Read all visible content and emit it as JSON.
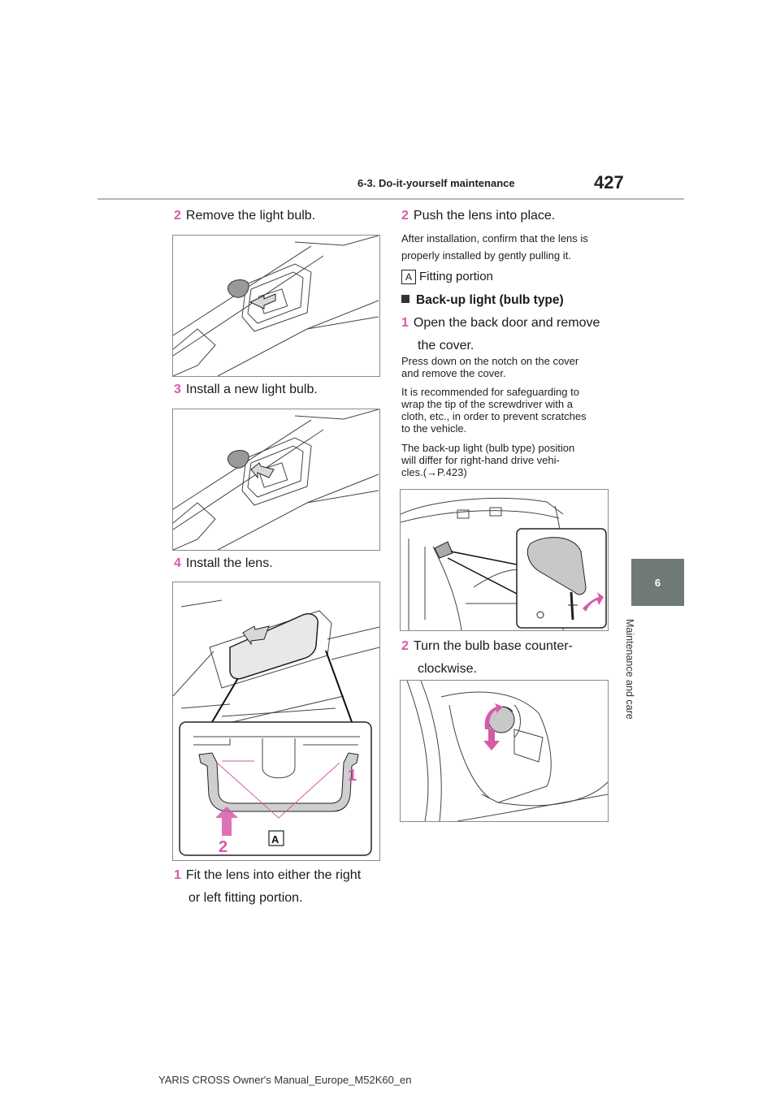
{
  "header": {
    "section": "6-3. Do-it-yourself maintenance",
    "page_number": "427"
  },
  "side": {
    "chapter_number": "6",
    "chapter_title": "Maintenance and care"
  },
  "left": {
    "step2": {
      "num": "2",
      "text": "Remove the light bulb."
    },
    "step3": {
      "num": "3",
      "text": "Install a new light bulb."
    },
    "step4": {
      "num": "4",
      "text": "Install the lens."
    },
    "step1": {
      "num": "1",
      "line1": "Fit the lens into either the right",
      "line2": "or left fitting portion."
    },
    "fig3_labels": {
      "one": "1",
      "two": "2",
      "a": "A"
    }
  },
  "right": {
    "step2": {
      "num": "2",
      "text": "Push the lens into place."
    },
    "note1": {
      "line1": "After installation, confirm that the lens is",
      "line2": "properly installed by gently pulling it."
    },
    "legend": {
      "badge": "A",
      "text": "Fitting portion"
    },
    "heading": "Back-up light (bulb type)",
    "step1": {
      "num": "1",
      "line1": "Open the back door and remove",
      "line2": "the cover."
    },
    "note2": {
      "line1": "Press down on the notch on the cover",
      "line2": "and remove the cover."
    },
    "note3": {
      "line1": "It is recommended for safeguarding to",
      "line2": "wrap the tip of the screwdriver with a",
      "line3": "cloth, etc., in order to prevent scratches",
      "line4": "to the vehicle."
    },
    "note4": {
      "line1": "The back-up light (bulb type) position",
      "line2": "will differ for right-hand drive vehi-",
      "line3": "cles.(→P.423)"
    },
    "step2b": {
      "num": "2",
      "line1": "Turn the bulb base counter-",
      "line2": "clockwise."
    }
  },
  "footer": "YARIS CROSS Owner's Manual_Europe_M52K60_en",
  "colors": {
    "accent_pink": "#d65aa8",
    "tab_gray": "#6f7a75",
    "arrow_fill": "#d8d8d8"
  }
}
